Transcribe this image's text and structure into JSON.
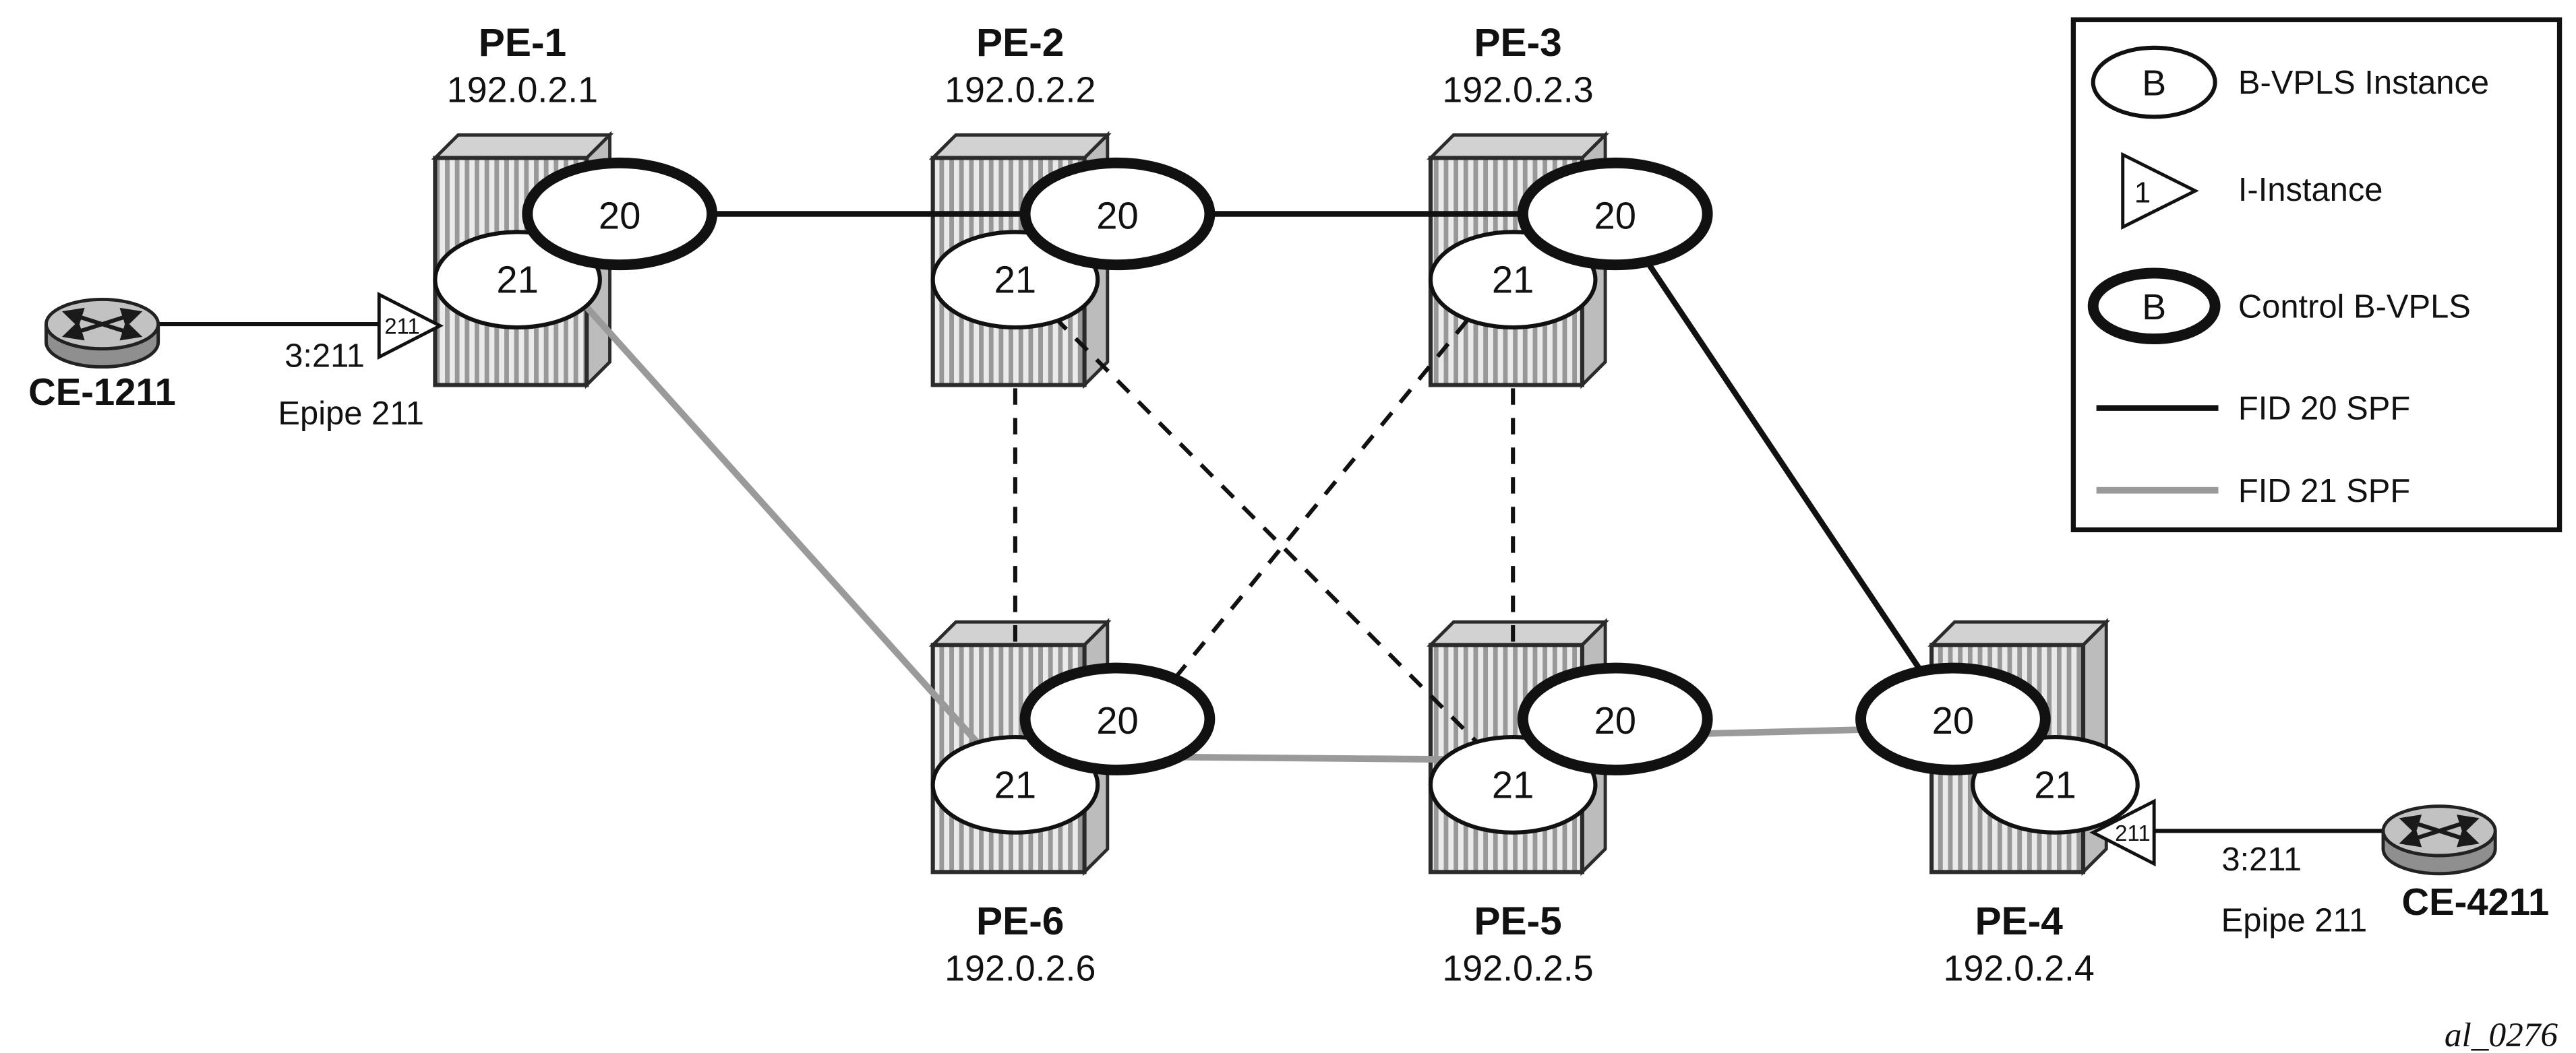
{
  "figure_id": "al_0276",
  "colors": {
    "fid20": "#111111",
    "fid21": "#9a9a9a"
  },
  "pe_nodes": [
    {
      "name": "PE-1",
      "ip": "192.0.2.1",
      "control_bvpls": "20",
      "bvpls": "21"
    },
    {
      "name": "PE-2",
      "ip": "192.0.2.2",
      "control_bvpls": "20",
      "bvpls": "21"
    },
    {
      "name": "PE-3",
      "ip": "192.0.2.3",
      "control_bvpls": "20",
      "bvpls": "21"
    },
    {
      "name": "PE-6",
      "ip": "192.0.2.6",
      "control_bvpls": "20",
      "bvpls": "21"
    },
    {
      "name": "PE-5",
      "ip": "192.0.2.5",
      "control_bvpls": "20",
      "bvpls": "21"
    },
    {
      "name": "PE-4",
      "ip": "192.0.2.4",
      "control_bvpls": "20",
      "bvpls": "21"
    }
  ],
  "ce_nodes": [
    {
      "name": "CE-1211",
      "sap": "3:211",
      "i_instance": "211",
      "service": "Epipe 211"
    },
    {
      "name": "CE-4211",
      "sap": "3:211",
      "i_instance": "211",
      "service": "Epipe 211"
    }
  ],
  "links": {
    "fid20_spf": [
      [
        "PE-1",
        "PE-2"
      ],
      [
        "PE-2",
        "PE-3"
      ],
      [
        "PE-3",
        "PE-4"
      ]
    ],
    "fid21_spf": [
      [
        "PE-1",
        "PE-6"
      ],
      [
        "PE-6",
        "PE-5"
      ],
      [
        "PE-5",
        "PE-4"
      ]
    ],
    "dashed": [
      [
        "PE-2",
        "PE-6"
      ],
      [
        "PE-3",
        "PE-5"
      ],
      [
        "PE-2",
        "PE-5"
      ],
      [
        "PE-3",
        "PE-6"
      ]
    ]
  },
  "legend": {
    "items": [
      {
        "symbol": "b-vpls-ellipse",
        "symbol_text": "B",
        "label": "B-VPLS Instance"
      },
      {
        "symbol": "i-instance-triangle",
        "symbol_text": "1",
        "label": "I-Instance"
      },
      {
        "symbol": "control-b-vpls-ellipse",
        "symbol_text": "B",
        "label": "Control B-VPLS"
      },
      {
        "symbol": "fid20-line",
        "symbol_text": "",
        "label": "FID 20 SPF"
      },
      {
        "symbol": "fid21-line",
        "symbol_text": "",
        "label": "FID 21 SPF"
      }
    ]
  }
}
